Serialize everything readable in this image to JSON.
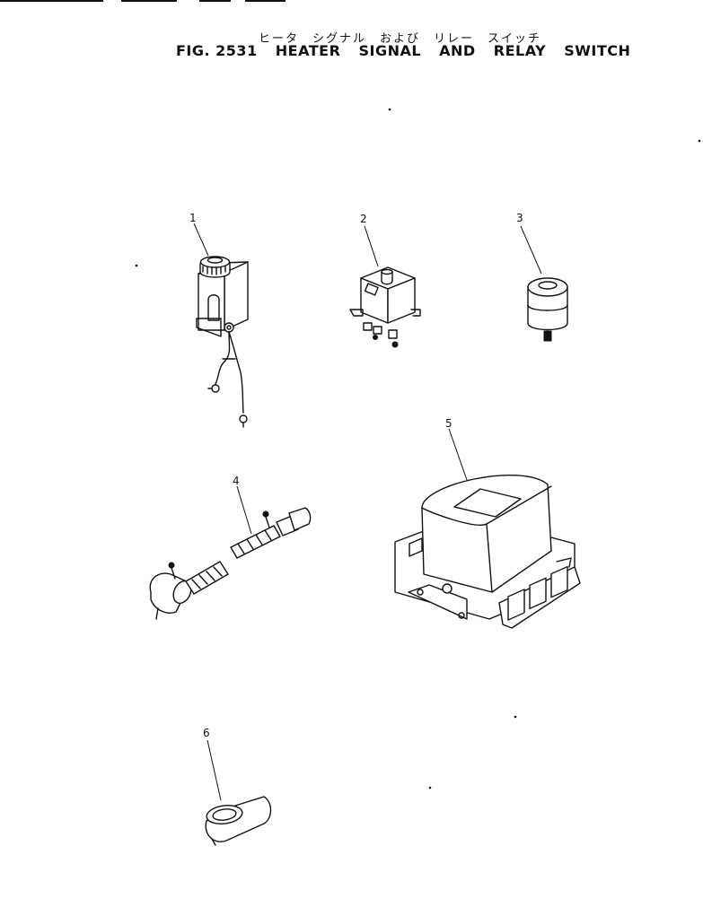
{
  "figure": {
    "title_japanese": "ヒータ　シグナル　および　リレー　スイッチ",
    "title_english": [
      "FIG. 2531",
      "HEATER",
      "SIGNAL",
      "AND",
      "RELAY",
      "SWITCH"
    ]
  },
  "callouts": [
    "1",
    "2",
    "3",
    "4",
    "5",
    "6"
  ],
  "colors": {
    "ink": "#111111",
    "paper": "#ffffff"
  }
}
